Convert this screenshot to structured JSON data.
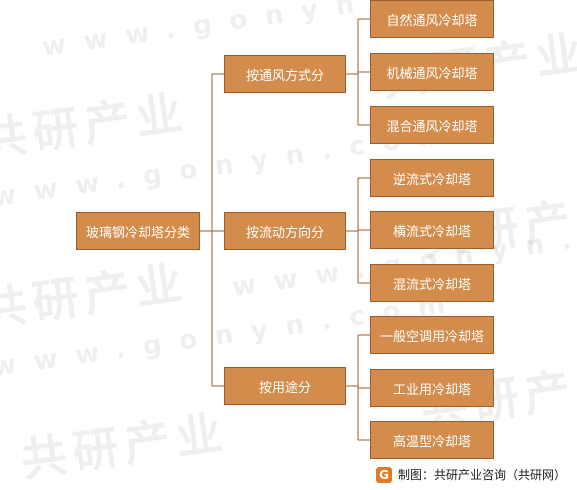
{
  "root": "玻璃钢冷却塔分类",
  "categories": [
    {
      "label": "按通风方式分",
      "items": [
        "自然通风冷却塔",
        "机械通风冷却塔",
        "混合通风冷却塔"
      ]
    },
    {
      "label": "按流动方向分",
      "items": [
        "逆流式冷却塔",
        "横流式冷却塔",
        "混流式冷却塔"
      ]
    },
    {
      "label": "按用途分",
      "items": [
        "一般空调用冷却塔",
        "工业用冷却塔",
        "高温型冷却塔"
      ]
    }
  ],
  "watermark": {
    "brand": "共研产业",
    "url": "www.gonyn.com"
  },
  "footer": {
    "text": "制图：共研产业咨询（共研网）",
    "logo_glyph": "G"
  },
  "colors": {
    "box_fill": "#d38c4c",
    "box_border": "#9a5f2c",
    "connector": "#9a5f2c"
  }
}
